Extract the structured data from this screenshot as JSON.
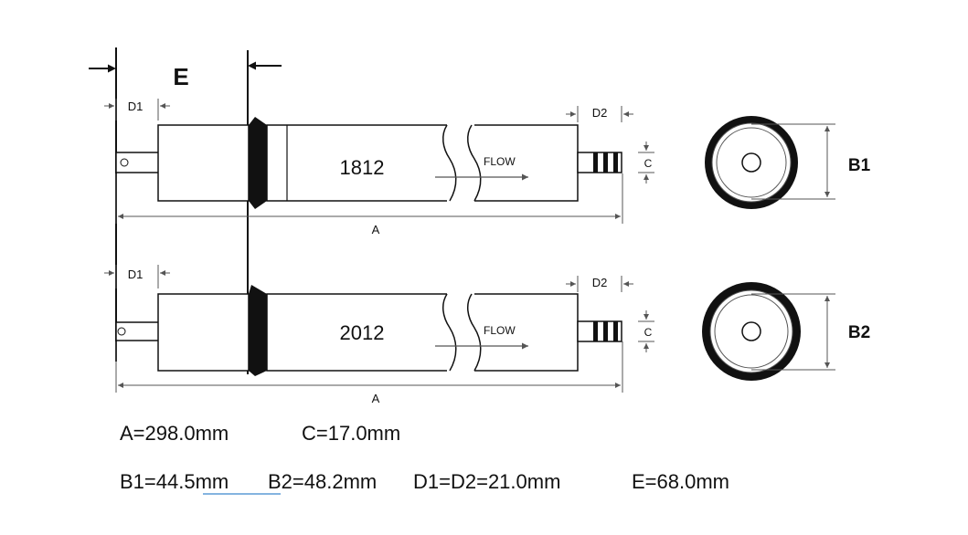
{
  "diagram": {
    "dim_e": "E",
    "top": {
      "model": "1812",
      "flow": "FLOW",
      "d1": "D1",
      "d2": "D2",
      "a": "A",
      "c": "C",
      "b": "B1"
    },
    "bottom": {
      "model": "2012",
      "flow": "FLOW",
      "d1": "D1",
      "d2": "D2",
      "a": "A",
      "c": "C",
      "b": "B2"
    }
  },
  "specs": {
    "a": "A=298.0mm",
    "c": "C=17.0mm",
    "b1": "B1=44.5mm",
    "b2": "B2=48.2mm",
    "d1d2": "D1=D2=21.0mm",
    "e": "E=68.0mm"
  },
  "colors": {
    "line": "#111111",
    "dim": "#555555",
    "underline": "#5b9bd5"
  }
}
